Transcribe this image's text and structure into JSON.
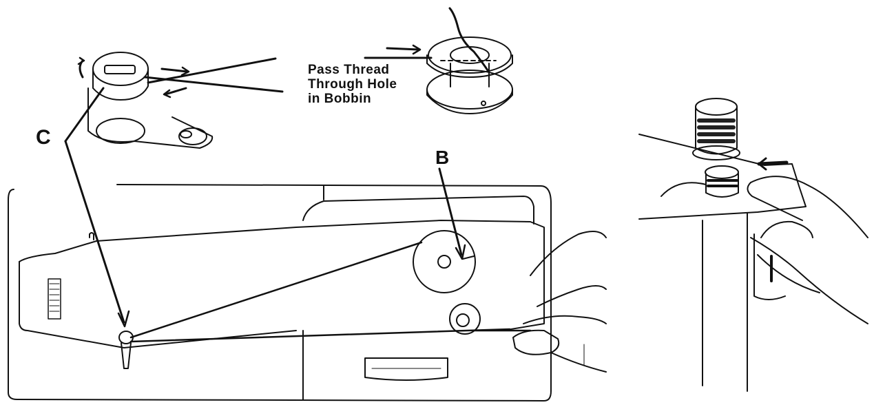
{
  "diagram": {
    "caption_lines": [
      "Pass Thread",
      "Through Hole",
      "in Bobbin"
    ],
    "label_b": "B",
    "label_c": "C"
  },
  "colors": {
    "ink": "#111111",
    "paper": "#ffffff"
  }
}
